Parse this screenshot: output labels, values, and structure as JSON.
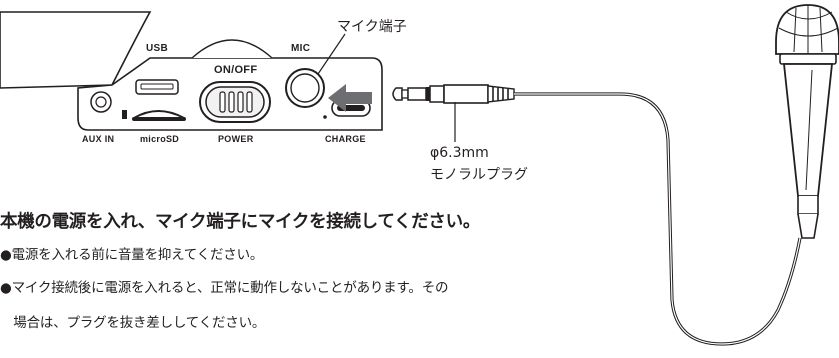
{
  "device": {
    "label_usb": "USB",
    "label_mic": "MIC",
    "label_onoff": "ON/OFF",
    "label_auxin": "AUX IN",
    "label_microsd": "microSD",
    "label_power": "POWER",
    "label_charge": "CHARGE"
  },
  "callouts": {
    "mic_terminal": "マイク端子",
    "plug_size": "φ6.3mm",
    "plug_type": "モノラルプラグ"
  },
  "instructions": {
    "heading": "本機の電源を入れ、マイク端子にマイクを接続してください。",
    "note1": "●電源を入れる前に音量を抑えてください。",
    "note2_line1": "●マイク接続後に電源を入れると、正常に動作しないことがあります。その",
    "note2_line2": "　場合は、プラグを抜き差ししてください。"
  },
  "colors": {
    "line": "#231f20",
    "arrow": "#6d6e71",
    "light_fill": "#f2f2f2"
  },
  "icons": [
    "microphone-icon",
    "arrow-left-icon",
    "mono-plug-icon",
    "power-switch-icon"
  ]
}
